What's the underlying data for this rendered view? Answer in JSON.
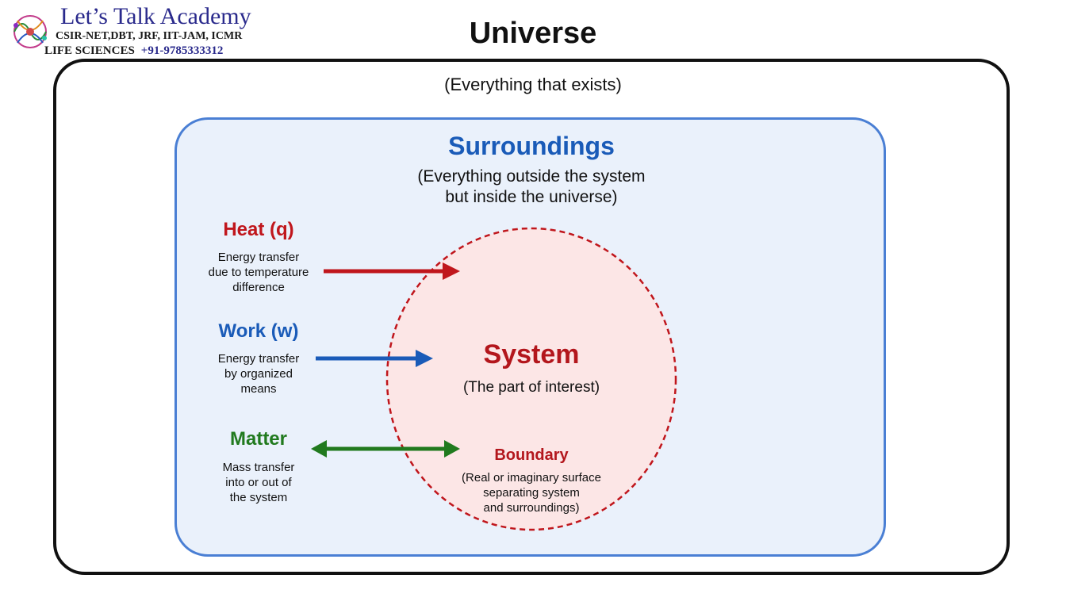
{
  "logo": {
    "brand": "Let’s Talk Academy",
    "line1": "CSIR-NET,DBT, JRF, IIT-JAM, ICMR",
    "line2": "LIFE SCIENCES",
    "phone": "+91-9785333312"
  },
  "universe": {
    "title": "Universe",
    "description": "(Everything that exists)"
  },
  "surroundings": {
    "title": "Surroundings",
    "description_line1": "(Everything outside the system",
    "description_line2": "but inside the universe)"
  },
  "system": {
    "title": "System",
    "description": "(The part of interest)"
  },
  "boundary": {
    "title": "Boundary",
    "line1": "(Real or imaginary surface",
    "line2": "separating system",
    "line3": "and surroundings)"
  },
  "heat": {
    "title": "Heat (q)",
    "line1": "Energy transfer",
    "line2": "due to temperature",
    "line3": "difference"
  },
  "work": {
    "title": "Work (w)",
    "line1": "Energy transfer",
    "line2": "by organized",
    "line3": "means"
  },
  "matter": {
    "title": "Matter",
    "line1": "Mass transfer",
    "line2": "into or out of",
    "line3": "the system"
  },
  "colors": {
    "heat": "#c0161c",
    "work": "#1a5bb8",
    "matter": "#217a1e",
    "system": "#b3161c",
    "surroundings_fill": "#eaf1fb",
    "surroundings_border": "#4a7fd4"
  }
}
